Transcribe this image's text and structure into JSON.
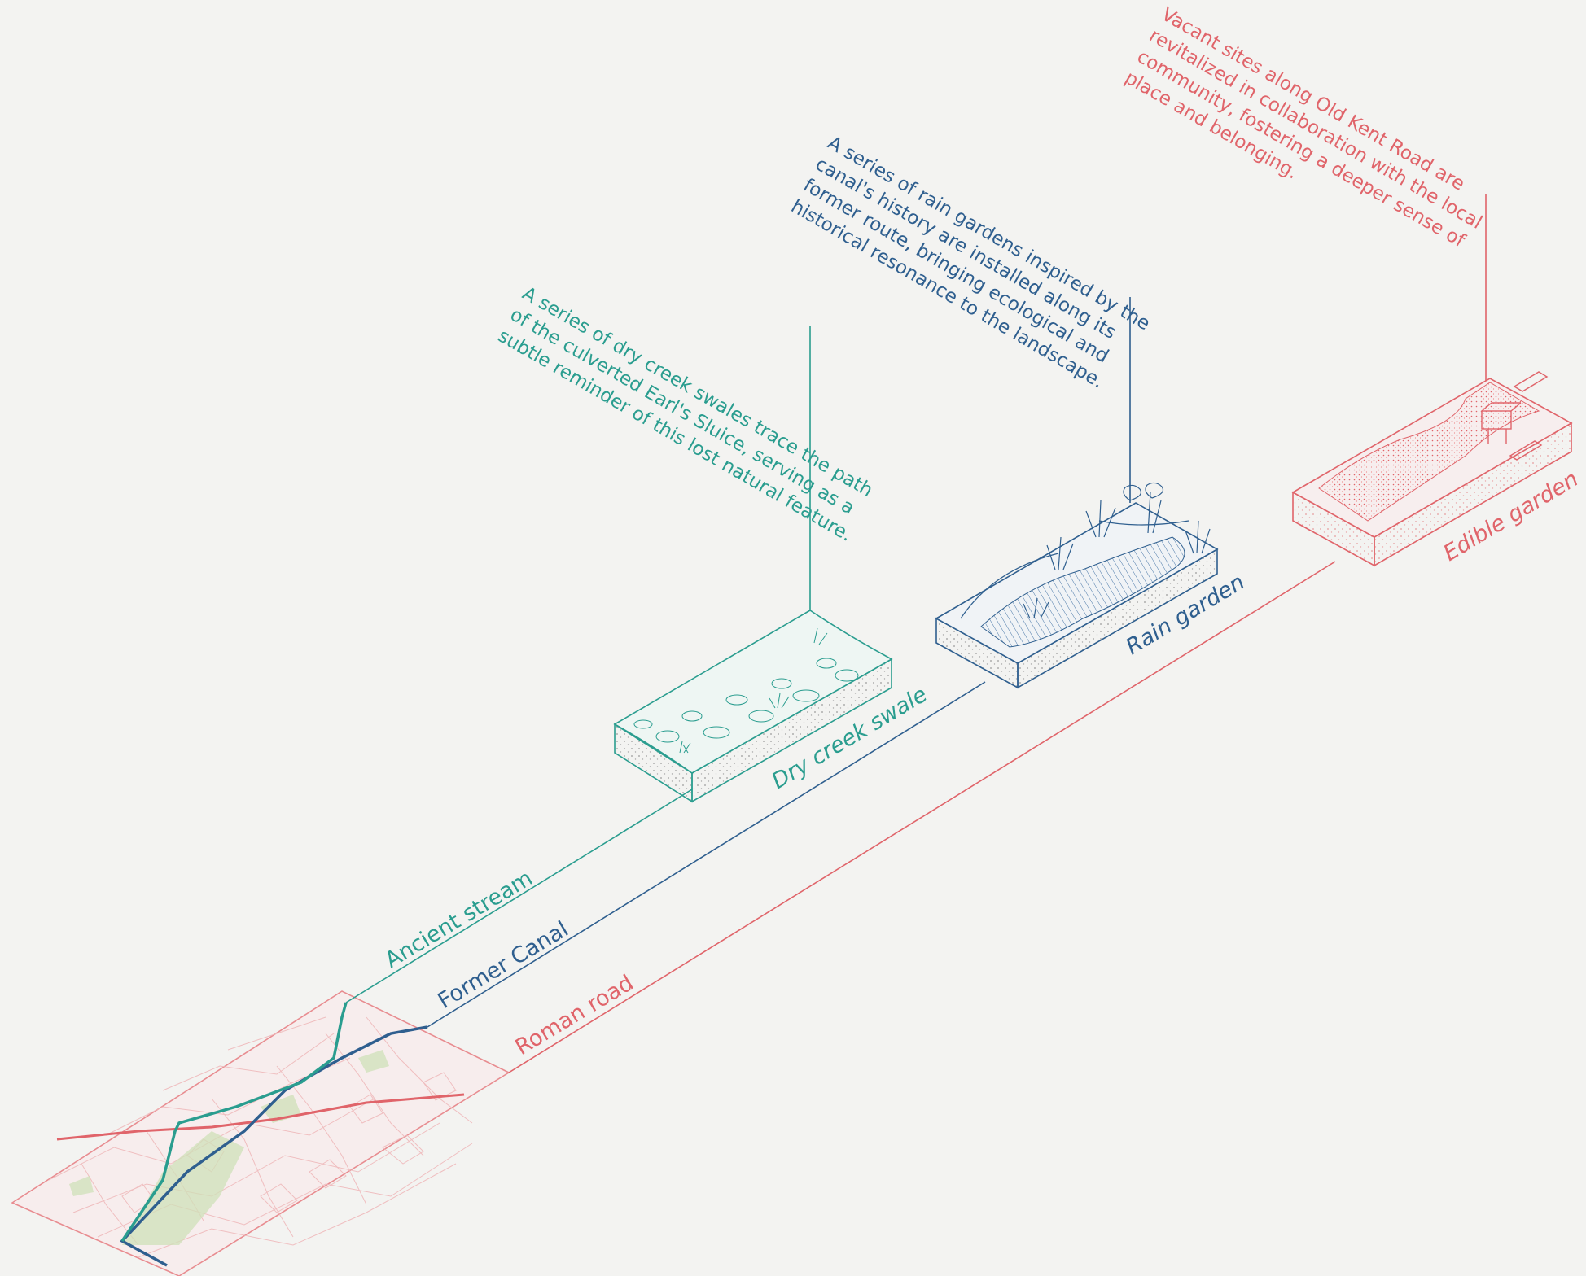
{
  "colors": {
    "teal": "#2a9d8f",
    "blue": "#2f5f8f",
    "red": "#e0646a",
    "map_line": "#f0b3b5",
    "background": "#f3f3f1"
  },
  "paths": {
    "ancient_stream": "Ancient stream",
    "former_canal": "Former Canal",
    "roman_road": "Roman road"
  },
  "blocks": {
    "dry_creek": {
      "label": "Dry creek swale",
      "description": [
        "A series of dry creek swales trace the path",
        "of the culverted Earl's Sluice, serving as a",
        "subtle reminder of this lost natural feature."
      ]
    },
    "rain_garden": {
      "label": "Rain garden",
      "description": [
        "A series of rain gardens inspired by the",
        "canal's history are installed along its",
        "former route, bringing ecological and",
        "historical resonance to the landscape."
      ]
    },
    "edible_garden": {
      "label": "Edible garden",
      "description": [
        "Vacant sites along Old Kent Road are",
        "revitalized in collaboration with the local",
        "community, fostering a deeper sense of",
        "place and belonging."
      ]
    }
  }
}
